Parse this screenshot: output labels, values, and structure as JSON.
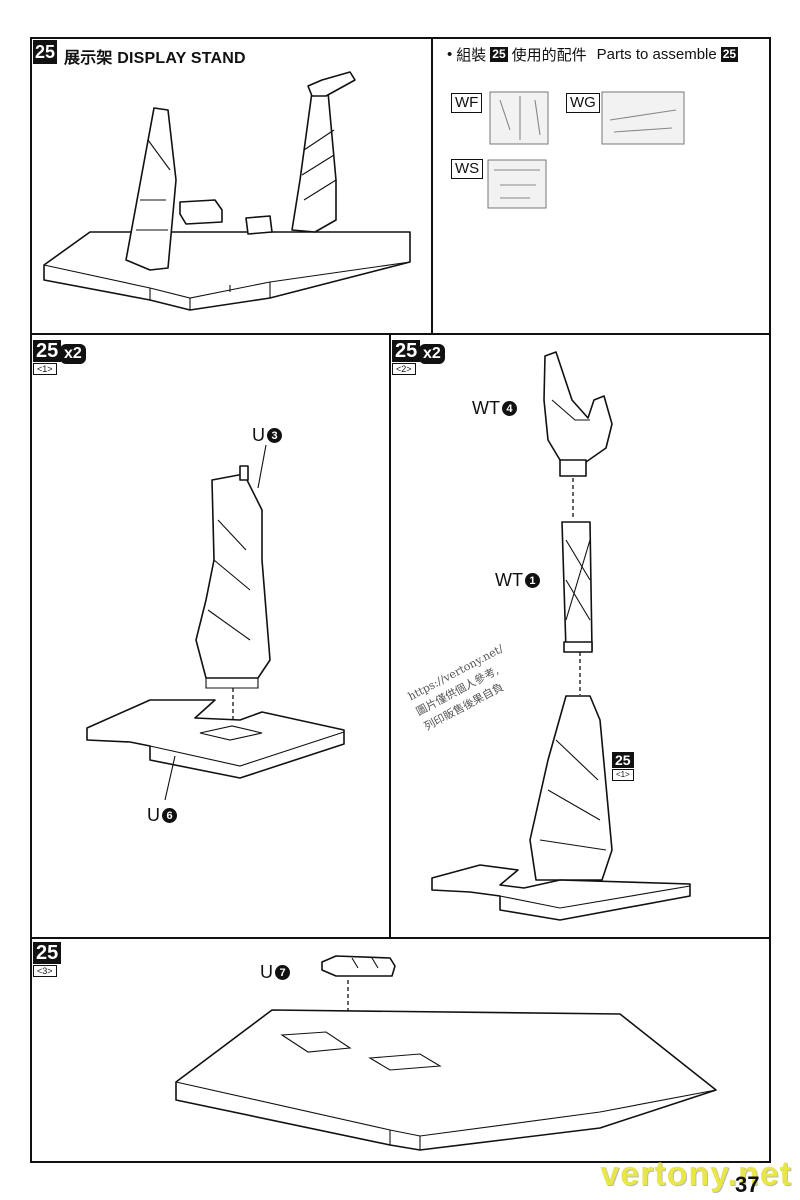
{
  "header": {
    "step_number": "25",
    "title": "展示架 DISPLAY STAND"
  },
  "parts_panel": {
    "bullet": "•",
    "prefix": "組裝",
    "step_ref": "25",
    "middle": "使用的配件",
    "english": "Parts to assemble",
    "step_ref2": "25",
    "runners": [
      "WF",
      "WG",
      "WS"
    ]
  },
  "steps": [
    {
      "number": "25",
      "sub": "<1>",
      "multiplier": "x2"
    },
    {
      "number": "25",
      "sub": "<2>",
      "multiplier": "x2"
    },
    {
      "number": "25",
      "sub": "<3>"
    }
  ],
  "callouts": {
    "u3": {
      "part": "U",
      "num": "3"
    },
    "u6": {
      "part": "U",
      "num": "6"
    },
    "wt4": {
      "part": "WT",
      "num": "4"
    },
    "wt1": {
      "part": "WT",
      "num": "1"
    },
    "u7": {
      "part": "U",
      "num": "7"
    },
    "ref": {
      "number": "25",
      "sub": "<1>"
    }
  },
  "watermark": [
    "https://vertony.net/",
    "圖片僅供個人參考,",
    "列印販售後果自負"
  ],
  "brand": "vertony.net",
  "page_number": "37"
}
